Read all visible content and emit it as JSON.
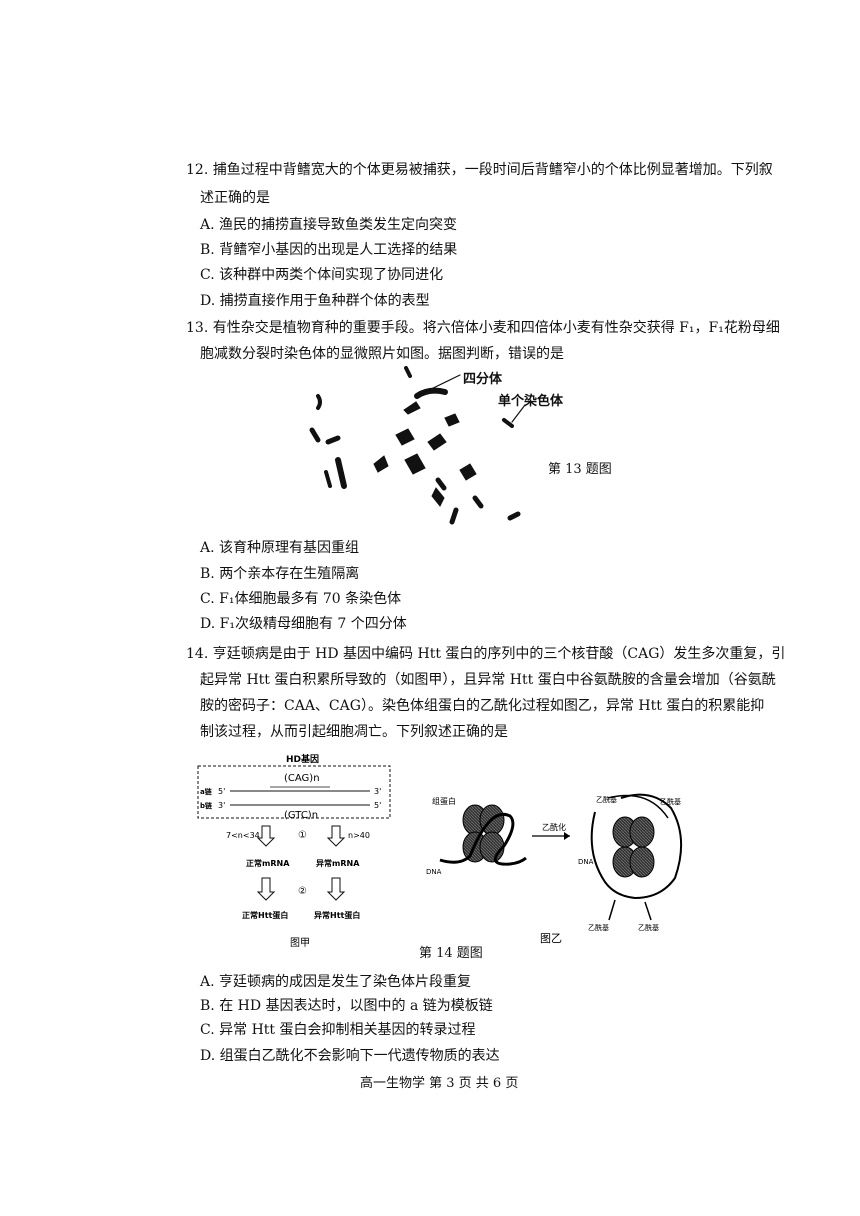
{
  "q12": {
    "stem": [
      "12. 捕鱼过程中背鳍宽大的个体更易被捕获，一段时间后背鳍窄小的个体比例显著增加。下列叙",
      "述正确的是"
    ],
    "options": [
      "A. 渔民的捕捞直接导致鱼类发生定向突变",
      "B. 背鳍窄小基因的出现是人工选择的结果",
      "C. 该种群中两类个体间实现了协同进化",
      "D. 捕捞直接作用于鱼种群个体的表型"
    ]
  },
  "q13": {
    "stem": [
      "13. 有性杂交是植物育种的重要手段。将六倍体小麦和四倍体小麦有性杂交获得 F₁，F₁花粉母细",
      "胞减数分裂时染色体的显微照片如图。据图判断，错误的是"
    ],
    "figure": {
      "label_tetrad": "四分体",
      "label_single": "单个染色体",
      "caption": "第 13 题图"
    },
    "options": [
      "A. 该育种原理有基因重组",
      "B. 两个亲本存在生殖隔离",
      "C. F₁体细胞最多有 70 条染色体",
      "D. F₁次级精母细胞有 7 个四分体"
    ]
  },
  "q14": {
    "stem": [
      "14. 亨廷顿病是由于 HD 基因中编码 Htt 蛋白的序列中的三个核苷酸（CAG）发生多次重复，引",
      "起异常 Htt 蛋白积累所导致的（如图甲），且异常 Htt 蛋白中谷氨酰胺的含量会增加（谷氨酰",
      "胺的密码子：CAA、CAG）。染色体组蛋白的乙酰化过程如图乙，异常 Htt 蛋白的积累能抑",
      "制该过程，从而引起细胞凋亡。下列叙述正确的是"
    ],
    "fig_a": {
      "gene": "HD基因",
      "cag": "(CAG)n",
      "gtc": "(GTC)n",
      "a_chain": "a链",
      "b_chain": "b链",
      "five": "5'",
      "three": "3'",
      "cond_left": "7<n<34",
      "cond_right": "n>40",
      "step1": "①",
      "step2": "②",
      "normal_mrna": "正常mRNA",
      "abnormal_mrna": "异常mRNA",
      "normal_htt": "正常Htt蛋白",
      "abnormal_htt": "异常Htt蛋白",
      "caption": "图甲"
    },
    "fig_b": {
      "histone": "组蛋白",
      "dna": "DNA",
      "acetylation": "乙酰化",
      "acetyl": "乙酰基",
      "caption": "图乙"
    },
    "caption": "第 14 题图",
    "options": [
      "A. 亨廷顿病的成因是发生了染色体片段重复",
      "B. 在 HD 基因表达时，以图中的 a 链为模板链",
      "C. 异常 Htt 蛋白会抑制相关基因的转录过程",
      "D. 组蛋白乙酰化不会影响下一代遗传物质的表达"
    ]
  },
  "footer": "高一生物学  第 3 页  共 6 页"
}
